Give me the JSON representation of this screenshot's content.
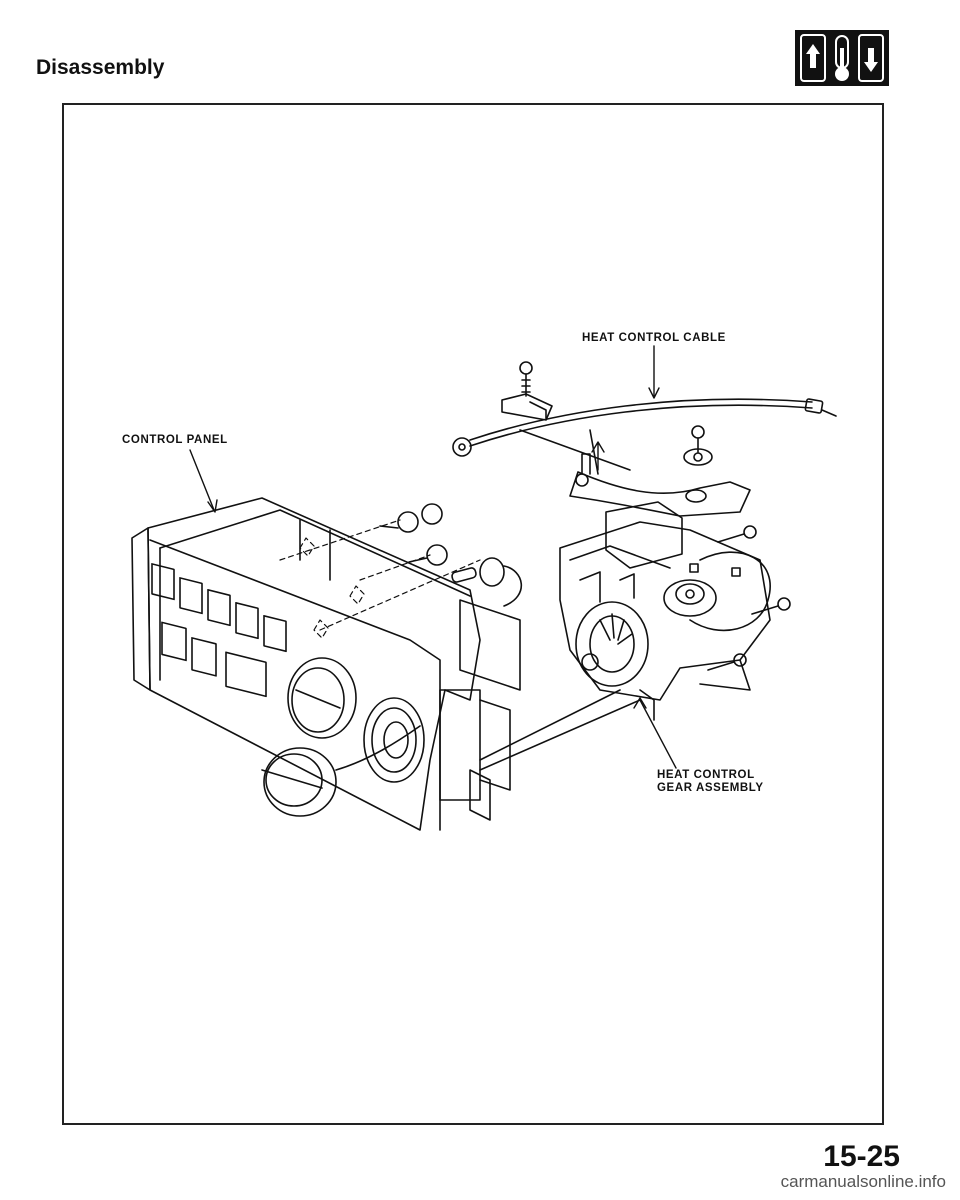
{
  "header": {
    "title": "Disassembly",
    "section_icon": "heater-temperature-icon"
  },
  "callouts": {
    "heat_control_cable": "HEAT CONTROL CABLE",
    "control_panel": "CONTROL PANEL",
    "gear_assembly_line1": "HEAT CONTROL",
    "gear_assembly_line2": "GEAR ASSEMBLY"
  },
  "footer": {
    "page_number": "15-25",
    "watermark": "carmanualsonline.info"
  },
  "colors": {
    "ink": "#111111",
    "paper": "#ffffff"
  }
}
